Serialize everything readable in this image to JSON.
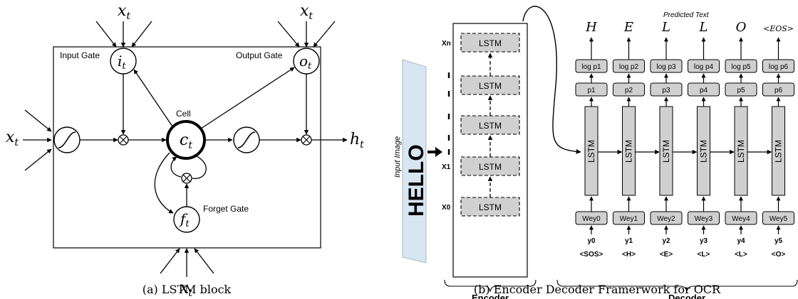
{
  "lstm": {
    "input_top": "xt",
    "input_top_left_label": "x",
    "input_top_left_sub": "t",
    "input_top_right_label": "x",
    "input_top_right_sub": "t",
    "input_left_label": "x",
    "input_left_sub": "t",
    "input_bottom_label": "x",
    "input_bottom_sub": "t",
    "output_label": "h",
    "output_sub": "t",
    "input_gate_label": "Input Gate",
    "input_gate_sym": "i",
    "input_gate_sub": "t",
    "output_gate_label": "Output Gate",
    "output_gate_sym": "o",
    "output_gate_sub": "t",
    "cell_label": "Cell",
    "cell_sym": "c",
    "cell_sub": "t",
    "forget_gate_label": "Forget Gate",
    "forget_gate_sym": "f",
    "forget_gate_sub": "t",
    "caption": "(a) LSTM block"
  },
  "encdec": {
    "input_image_label": "Input Image",
    "input_word": "HELLO",
    "predicted_label": "Predicted Text",
    "encoder_label": "Encoder",
    "decoder_label": "Decoder",
    "caption": "(b) Encoder Decoder Framerwork for OCR",
    "encoder_cells": [
      {
        "row_label": "Xn",
        "text": "LSTM"
      },
      {
        "row_label": "",
        "text": "LSTM"
      },
      {
        "row_label": "",
        "text": "LSTM"
      },
      {
        "row_label": "X1",
        "text": "LSTM"
      },
      {
        "row_label": "X0",
        "text": "LSTM"
      }
    ],
    "decoder_cols": [
      {
        "pred": "H",
        "logp": "log p1",
        "p": "p1",
        "lstm": "LSTM",
        "emb": "Wey0",
        "y": "y0",
        "tok": "<SOS>"
      },
      {
        "pred": "E",
        "logp": "log p2",
        "p": "p2",
        "lstm": "LSTM",
        "emb": "Wey1",
        "y": "y1",
        "tok": "<H>"
      },
      {
        "pred": "L",
        "logp": "log p3",
        "p": "p3",
        "lstm": "LSTM",
        "emb": "Wey2",
        "y": "y2",
        "tok": "<E>"
      },
      {
        "pred": "L",
        "logp": "log p4",
        "p": "p4",
        "lstm": "LSTM",
        "emb": "Wey3",
        "y": "y3",
        "tok": "<L>"
      },
      {
        "pred": "O",
        "logp": "log p5",
        "p": "p5",
        "lstm": "LSTM",
        "emb": "Wey4",
        "y": "y4",
        "tok": "<L>"
      },
      {
        "pred": "<EOS>",
        "logp": "log p6",
        "p": "p6",
        "lstm": "LSTM",
        "emb": "Wey5",
        "y": "y5",
        "tok": "<O>"
      }
    ]
  }
}
